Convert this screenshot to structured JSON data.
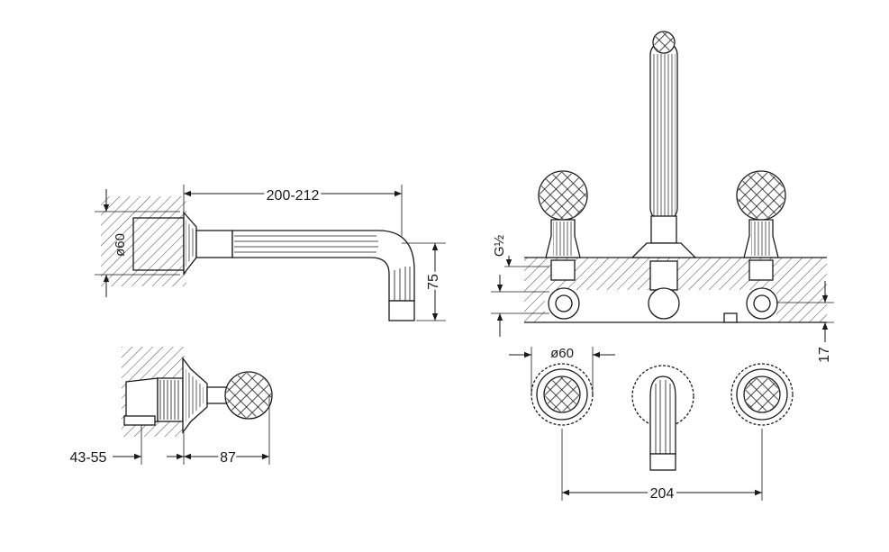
{
  "dimensions": {
    "spout_length": "200-212",
    "spout_diameter": "ø60",
    "spout_height": "75",
    "wall_depth": "43-55",
    "handle_projection": "87",
    "connection_thread": "G½",
    "rosette_diameter": "ø60",
    "deck_offset": "17",
    "center_distance": "204"
  },
  "colors": {
    "line": "#1a1a1a",
    "background": "#ffffff"
  },
  "icons": [
    "arrowhead",
    "hatch-pattern"
  ]
}
